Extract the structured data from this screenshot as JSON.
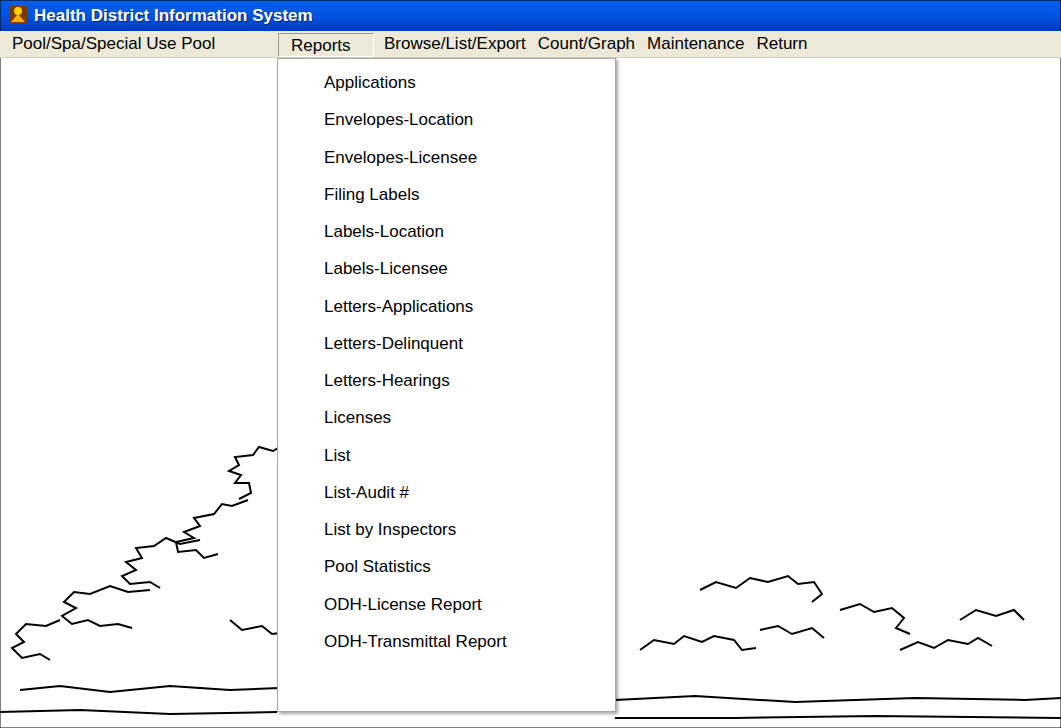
{
  "diagram": {
    "title": "Health District Information System",
    "nodes": [
      {
        "text": [
          "Pool/Spa/Special Use Pool",
          "Browse/List/Export",
          "Count/Graph",
          "Maintenance",
          "Return"
        ]
      },
      {
        "text": [
          "Reports"
        ],
        "in": 0
      },
      {
        "text": [
          "Applications",
          "Envelopes-Location",
          "Envelopes-Licensee",
          "Filing Labels",
          "Labels-Location",
          "Labels-Licensee",
          "Letters-Applications",
          "Letters-Delinquent",
          "Letters-Hearings",
          "Licenses",
          "List",
          "List-Audit #",
          "List by Inspectors",
          "Pool Statistics",
          "ODH-License Report",
          "ODH-Transmittal Report"
        ]
      }
    ]
  }
}
